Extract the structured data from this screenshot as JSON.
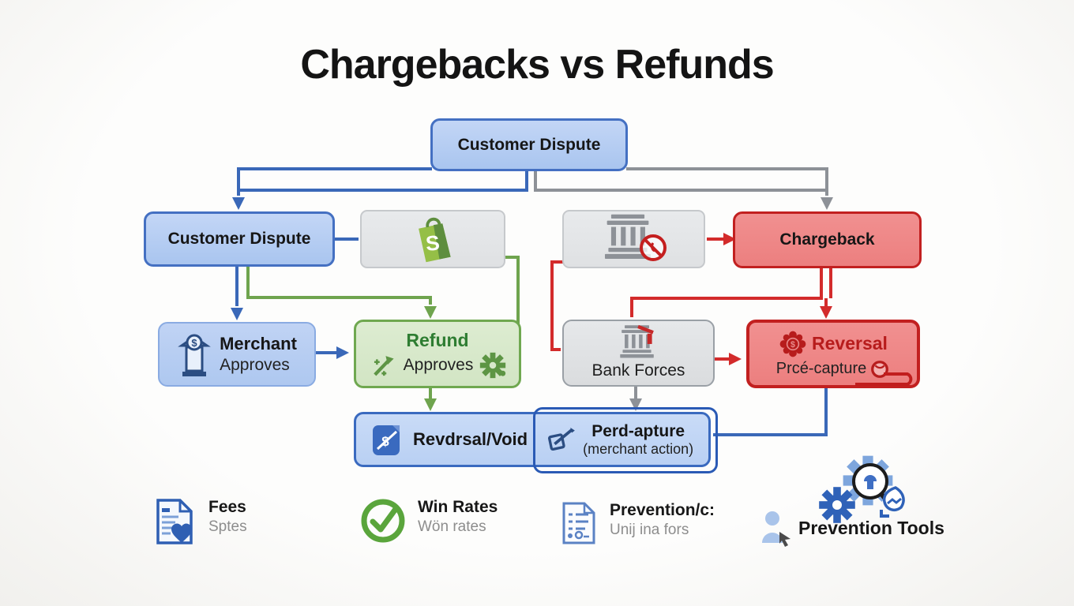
{
  "title": "Chargebacks vs Refunds",
  "colors": {
    "blue_line": "#3a68b8",
    "gray_line": "#8d9197",
    "green_line": "#6fa44e",
    "red_line": "#d32b2b",
    "blue_box_border": "#4470c2",
    "green_box_border": "#6fa850",
    "red_box_border": "#c22020",
    "refund_text": "#2e7d32",
    "reversal_text": "#b71c1c"
  },
  "icons": {
    "shopify": "shopify-bag-icon",
    "bank_blocked": "bank-prohibited-icon",
    "merchant_bank": "merchant-bank-dollar-icon",
    "wand": "magic-wand-icon",
    "gear": "gear-icon",
    "seal": "red-seal-dollar-icon",
    "no_circle": "red-slash-circle-icon",
    "doc_dollar": "blue-dollar-card-icon",
    "pen_check": "pen-checkbox-icon",
    "doc_heart": "document-heart-icon",
    "check_circle": "green-check-circle-icon",
    "doc_list": "document-checklist-icon",
    "gears_magnifier": "gears-magnifier-shield-icon",
    "person_cursor": "person-cursor-icon"
  },
  "boxes": {
    "customer_dispute_top": "Customer Dispute",
    "customer_dispute_left": "Customer Dispute",
    "chargeback": "Chargeback",
    "merchant_line1": "Merchant",
    "merchant_line2": "Approves",
    "refund_line1": "Refund",
    "refund_line2": "Approves",
    "bank_forces": "Bank Forces",
    "reversal_line1": "Reversal",
    "reversal_line2": "Prcé-capture",
    "reversal_void": "Revdrsal/Void",
    "precapture_line1": "Perd-apture",
    "precapture_line2": "(merchant action)"
  },
  "legend": [
    {
      "title": "Fees",
      "subtitle": "Sptes"
    },
    {
      "title": "Win Rates",
      "subtitle": "Wön rates"
    },
    {
      "title": "Prevention/c:",
      "subtitle": "Unij ina fors"
    },
    {
      "title": "Prevention Tools",
      "subtitle": ""
    }
  ]
}
